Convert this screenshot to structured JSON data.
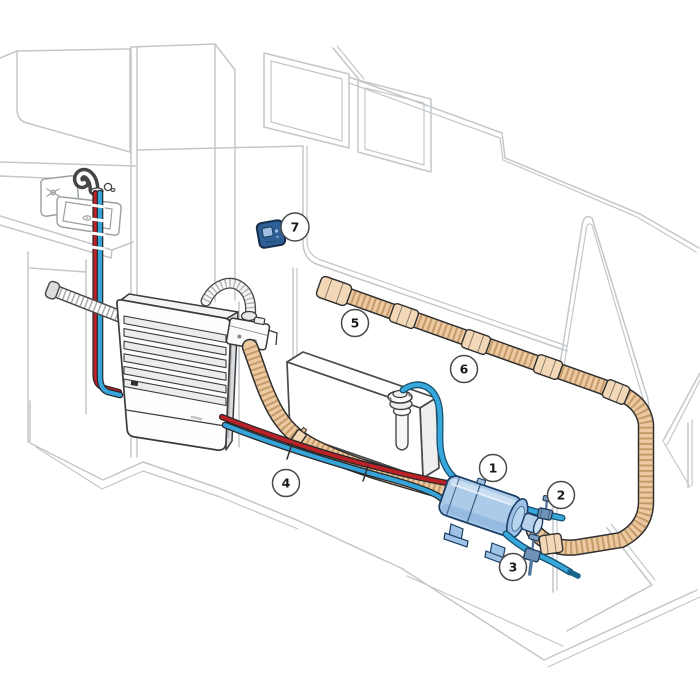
{
  "diagram": {
    "type": "technical-illustration",
    "description": "Isometric cutaway of a caravan interior showing installation of a wall air heater with warm-air ducting, fresh-water tank and hot-water boiler",
    "callouts": [
      {
        "number": "1",
        "part": "hot-water-boiler"
      },
      {
        "number": "2",
        "part": "water-connection-valve"
      },
      {
        "number": "3",
        "part": "drain-valve"
      },
      {
        "number": "4",
        "part": "air-duct-heater-to-boiler"
      },
      {
        "number": "5",
        "part": "warm-air-outlet"
      },
      {
        "number": "6",
        "part": "warm-air-duct"
      },
      {
        "number": "7",
        "part": "control-panel"
      }
    ],
    "colors": {
      "outline": "#2f2f2f",
      "wall_line": "#c3c7ca",
      "duct_fill": "#ecc9a1",
      "duct_rib": "#a8743e",
      "duct_sleeve": "#f2d8b6",
      "pipe_red": "#bb2127",
      "pipe_blue": "#36a3d9",
      "hose_blue": "#38a7dc",
      "boiler_body": "#abcbe9",
      "boiler_shade": "#8fb5dd",
      "boiler_outline": "#1d3f66",
      "valve_metal": "#6f94b8",
      "panel_body": "#2d5f95",
      "panel_screen": "#9cc0de",
      "callout_stroke": "#4a4a4a",
      "callout_text": "#1a1a1a"
    }
  }
}
